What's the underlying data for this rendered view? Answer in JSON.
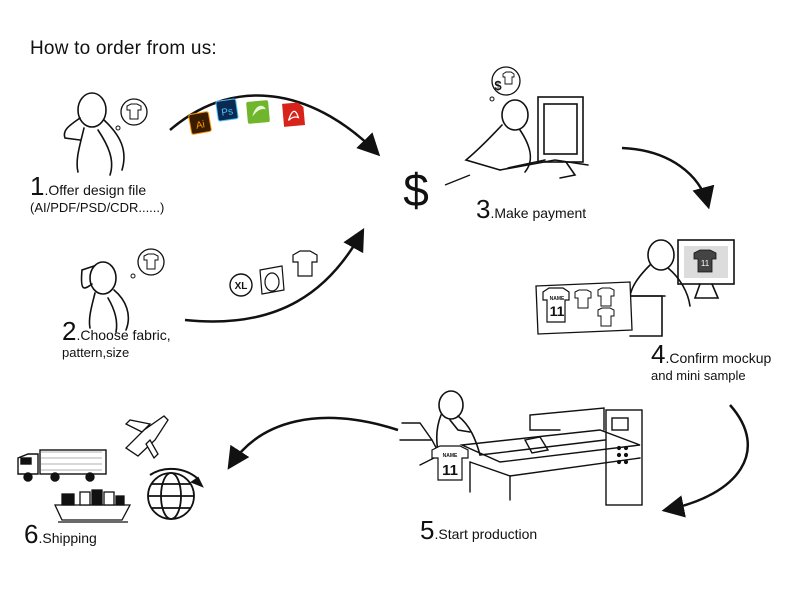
{
  "title": "How to order from us:",
  "steps": [
    {
      "num": "1",
      "label": ".Offer design file",
      "sub": "(AI/PDF/PSD/CDR......)"
    },
    {
      "num": "2",
      "label": ".Choose fabric,",
      "sub": "pattern,size"
    },
    {
      "num": "3",
      "label": ".Make payment",
      "sub": ""
    },
    {
      "num": "4",
      "label": ".Confirm mockup",
      "sub": "and mini sample"
    },
    {
      "num": "5",
      "label": ".Start production",
      "sub": ""
    },
    {
      "num": "6",
      "label": ".Shipping",
      "sub": ""
    }
  ],
  "file_icons": [
    "Ai",
    "Ps",
    "",
    ""
  ],
  "size_badge": "XL",
  "currency_symbol": "$",
  "bubble_currency": "$",
  "jersey_name": "NAME",
  "jersey_number": "11",
  "icon_names": [
    "thinking-person-icon",
    "tshirt-bubble-icon",
    "ai-file-icon",
    "ps-file-icon",
    "cdr-file-icon",
    "pdf-file-icon",
    "size-badge-icon",
    "fabric-roll-icon",
    "tshirt-icon",
    "dollar-icon",
    "computer-desk-icon",
    "mockup-sheet-icon",
    "printer-machine-icon",
    "truck-icon",
    "airplane-icon",
    "ship-icon",
    "globe-icon"
  ],
  "colors": {
    "ai": "#3a1d00",
    "ai_text": "#ff9a00",
    "ps": "#0a2a52",
    "ps_text": "#4fc3ff",
    "cdr": "#6fb62c",
    "pdf": "#d8231a",
    "ink": "#111111"
  }
}
